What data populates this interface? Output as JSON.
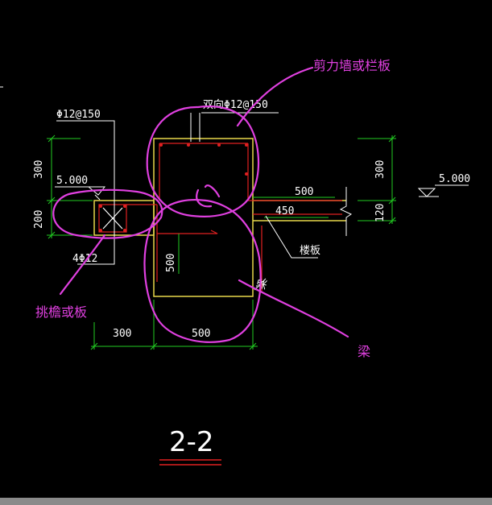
{
  "title": "2-2",
  "annotations": {
    "wall": "剪力墙或栏板",
    "eave": "挑檐或板",
    "beam": "梁"
  },
  "cad_labels": {
    "top_left_rebar": "Φ12@150",
    "top_mid_rebar": "双向Φ12@150",
    "left_elev": "5.000",
    "right_elev": "5.000",
    "dim_300_left_v": "300",
    "dim_200_left_v": "200",
    "dim_300_right_v": "300",
    "dim_120_right_v": "120",
    "dim_500_top": "500",
    "dim_450": "450",
    "slab_label": "楼板",
    "bottom_rebar": "4Φ12",
    "dim_500_beam_v": "500",
    "beam_label": "梁",
    "dim_300_bottom": "300",
    "dim_500_bottom": "500"
  },
  "colors": {
    "background": "#000000",
    "outline": "#e8d84a",
    "dimension": "#22cc22",
    "rebar": "#e02020",
    "annotation": "#e040e0",
    "text": "#ffffff"
  }
}
